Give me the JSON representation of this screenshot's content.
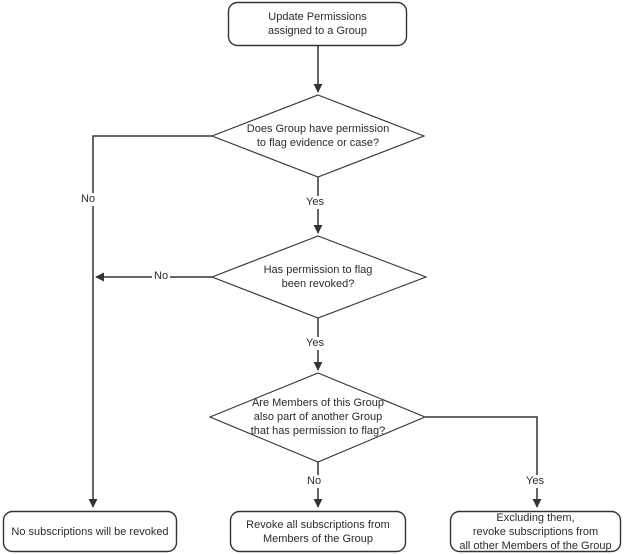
{
  "diagram": {
    "type": "flowchart",
    "title": "Update Permissions assigned to a Group",
    "background_color": "#ffffff",
    "line_color": "#333333",
    "text_color": "#2b2b2b",
    "nodes": [
      {
        "id": "start",
        "shape": "rounded-rectangle",
        "lines": [
          "Update Permissions",
          "assigned to a Group"
        ],
        "text": "Update Permissions\nassigned to a Group"
      },
      {
        "id": "decision1",
        "shape": "diamond",
        "lines": [
          "Does Group have permission",
          "to flag evidence or case?"
        ],
        "text": "Does Group have permission\nto flag evidence or case?"
      },
      {
        "id": "decision2",
        "shape": "diamond",
        "lines": [
          "Has permission to flag",
          "been revoked?"
        ],
        "text": "Has permission to flag\nbeen revoked?"
      },
      {
        "id": "decision3",
        "shape": "diamond",
        "lines": [
          "Are Members of this Group",
          "also part of another Group",
          "that has permission to flag?"
        ],
        "text": "Are Members of this Group\nalso part of another Group\nthat has permission to flag?"
      },
      {
        "id": "outcome1",
        "shape": "rounded-rectangle",
        "lines": [
          "No subscriptions will be revoked"
        ],
        "text": "No subscriptions will be revoked"
      },
      {
        "id": "outcome2",
        "shape": "rounded-rectangle",
        "lines": [
          "Revoke all subscriptions from",
          "Members of the Group"
        ],
        "text": "Revoke all subscriptions from\nMembers of the Group"
      },
      {
        "id": "outcome3",
        "shape": "rounded-rectangle",
        "lines": [
          "Excluding them,",
          "revoke subscriptions from",
          "all other Members of the Group"
        ],
        "text": "Excluding them,\nrevoke subscriptions from\nall other Members of the Group"
      }
    ],
    "edge_labels": {
      "decision1_no": "No",
      "decision1_yes": "Yes",
      "decision2_no": "No",
      "decision2_yes": "Yes",
      "decision3_no": "No",
      "decision3_yes": "Yes"
    }
  }
}
